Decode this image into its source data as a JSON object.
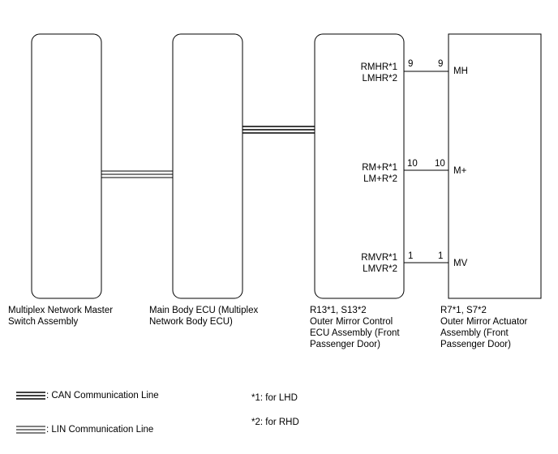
{
  "components": {
    "master_switch": {
      "label": "Multiplex Network Master\nSwitch Assembly"
    },
    "main_body_ecu": {
      "label": "Main Body ECU (Multiplex\nNetwork Body ECU)"
    },
    "mirror_ecu": {
      "label": "R13*1, S13*2\nOuter Mirror Control\nECU Assembly (Front\nPassenger Door)"
    },
    "mirror_actuator": {
      "label": "R7*1, S7*2\nOuter Mirror Actuator\nAssembly (Front\nPassenger Door)"
    }
  },
  "connections": [
    {
      "ecu_signal": "RMHR*1\nLMHR*2",
      "ecu_pin": "9",
      "actuator_pin": "9",
      "actuator_signal": "MH"
    },
    {
      "ecu_signal": "RM+R*1\nLM+R*2",
      "ecu_pin": "10",
      "actuator_pin": "10",
      "actuator_signal": "M+"
    },
    {
      "ecu_signal": "RMVR*1\nLMVR*2",
      "ecu_pin": "1",
      "actuator_pin": "1",
      "actuator_signal": "MV"
    }
  ],
  "legend": {
    "can": ": CAN Communication Line",
    "lin": ": LIN Communication Line"
  },
  "notes": {
    "note1": "*1: for LHD",
    "note2": "*2: for RHD"
  }
}
